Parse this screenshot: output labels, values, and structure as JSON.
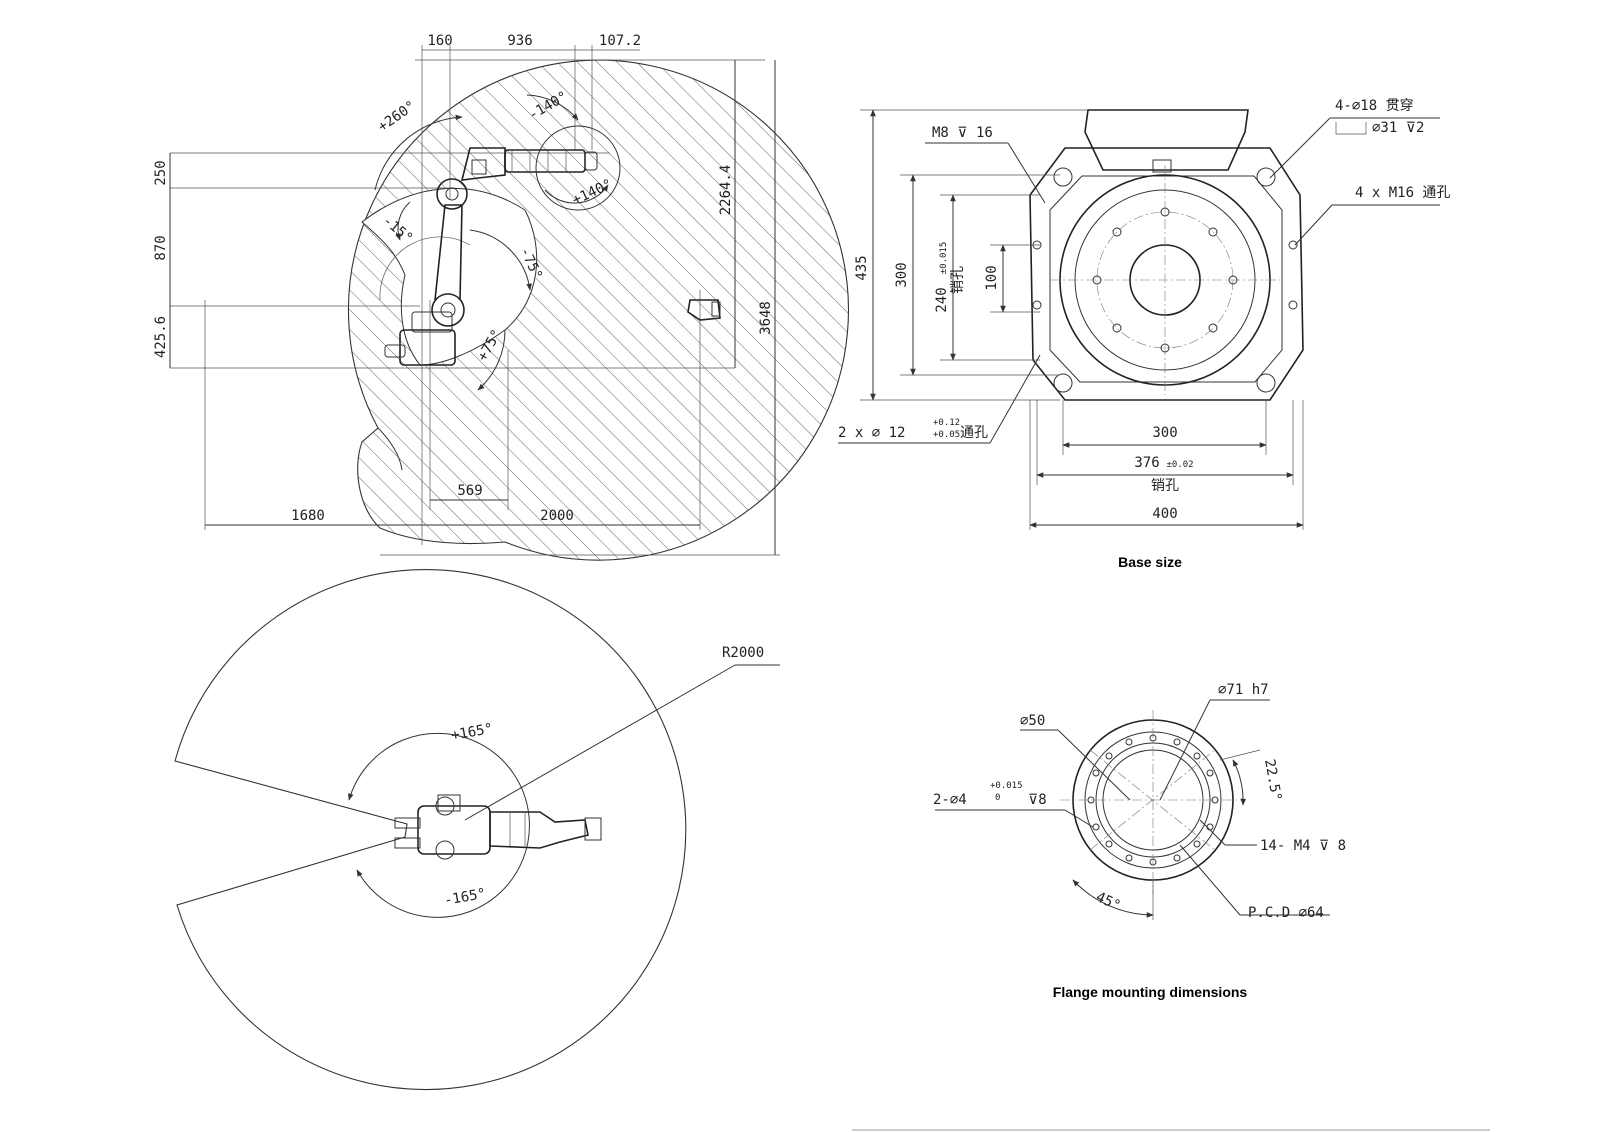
{
  "workspace_side": {
    "dims_top": [
      "160",
      "936",
      "107.2"
    ],
    "dims_left": [
      "250",
      "870",
      "425.6"
    ],
    "dims_right": [
      "2264.4",
      "3648"
    ],
    "dims_bottom": [
      "569",
      "1680",
      "2000"
    ],
    "angles": [
      "+260°",
      "-140°",
      "+140°",
      "-15°",
      "-75°",
      "+75°"
    ]
  },
  "workspace_top": {
    "radius_label": "R2000",
    "angles": [
      "+165°",
      "-165°"
    ]
  },
  "base": {
    "caption": "Base size",
    "notes": {
      "thru_holes": "4-∅18 贯穿",
      "counterbore": "∅31 ⊽2",
      "tapped_holes": "4 x M16 通孔",
      "m8": "M8 ⊽ 16",
      "pin_holes_main": "2 x ∅ 12",
      "pin_holes_tol_upper": "+0.12",
      "pin_holes_tol_lower": "+0.05",
      "pin_holes_suffix": "通孔"
    },
    "dims": {
      "h435": "435",
      "h300": "300",
      "h240": "240",
      "h240_tol": "±0.015",
      "h240_note": "销孔",
      "h100": "100",
      "w300": "300",
      "w376": "376",
      "w376_tol": "±0.02",
      "w376_note": "销孔",
      "w400": "400"
    }
  },
  "flange": {
    "caption": "Flange mounting dimensions",
    "labels": {
      "d71": "∅71 h7",
      "d50": "∅50",
      "pin": "2-∅4",
      "pin_tol_upper": "+0.015",
      "pin_tol_lower": "0",
      "pin_depth": "⊽8",
      "angle_22": "22.5°",
      "taps": "14- M4 ⊽ 8",
      "angle_45": "45°",
      "pcd": "P.C.D ∅64"
    }
  }
}
